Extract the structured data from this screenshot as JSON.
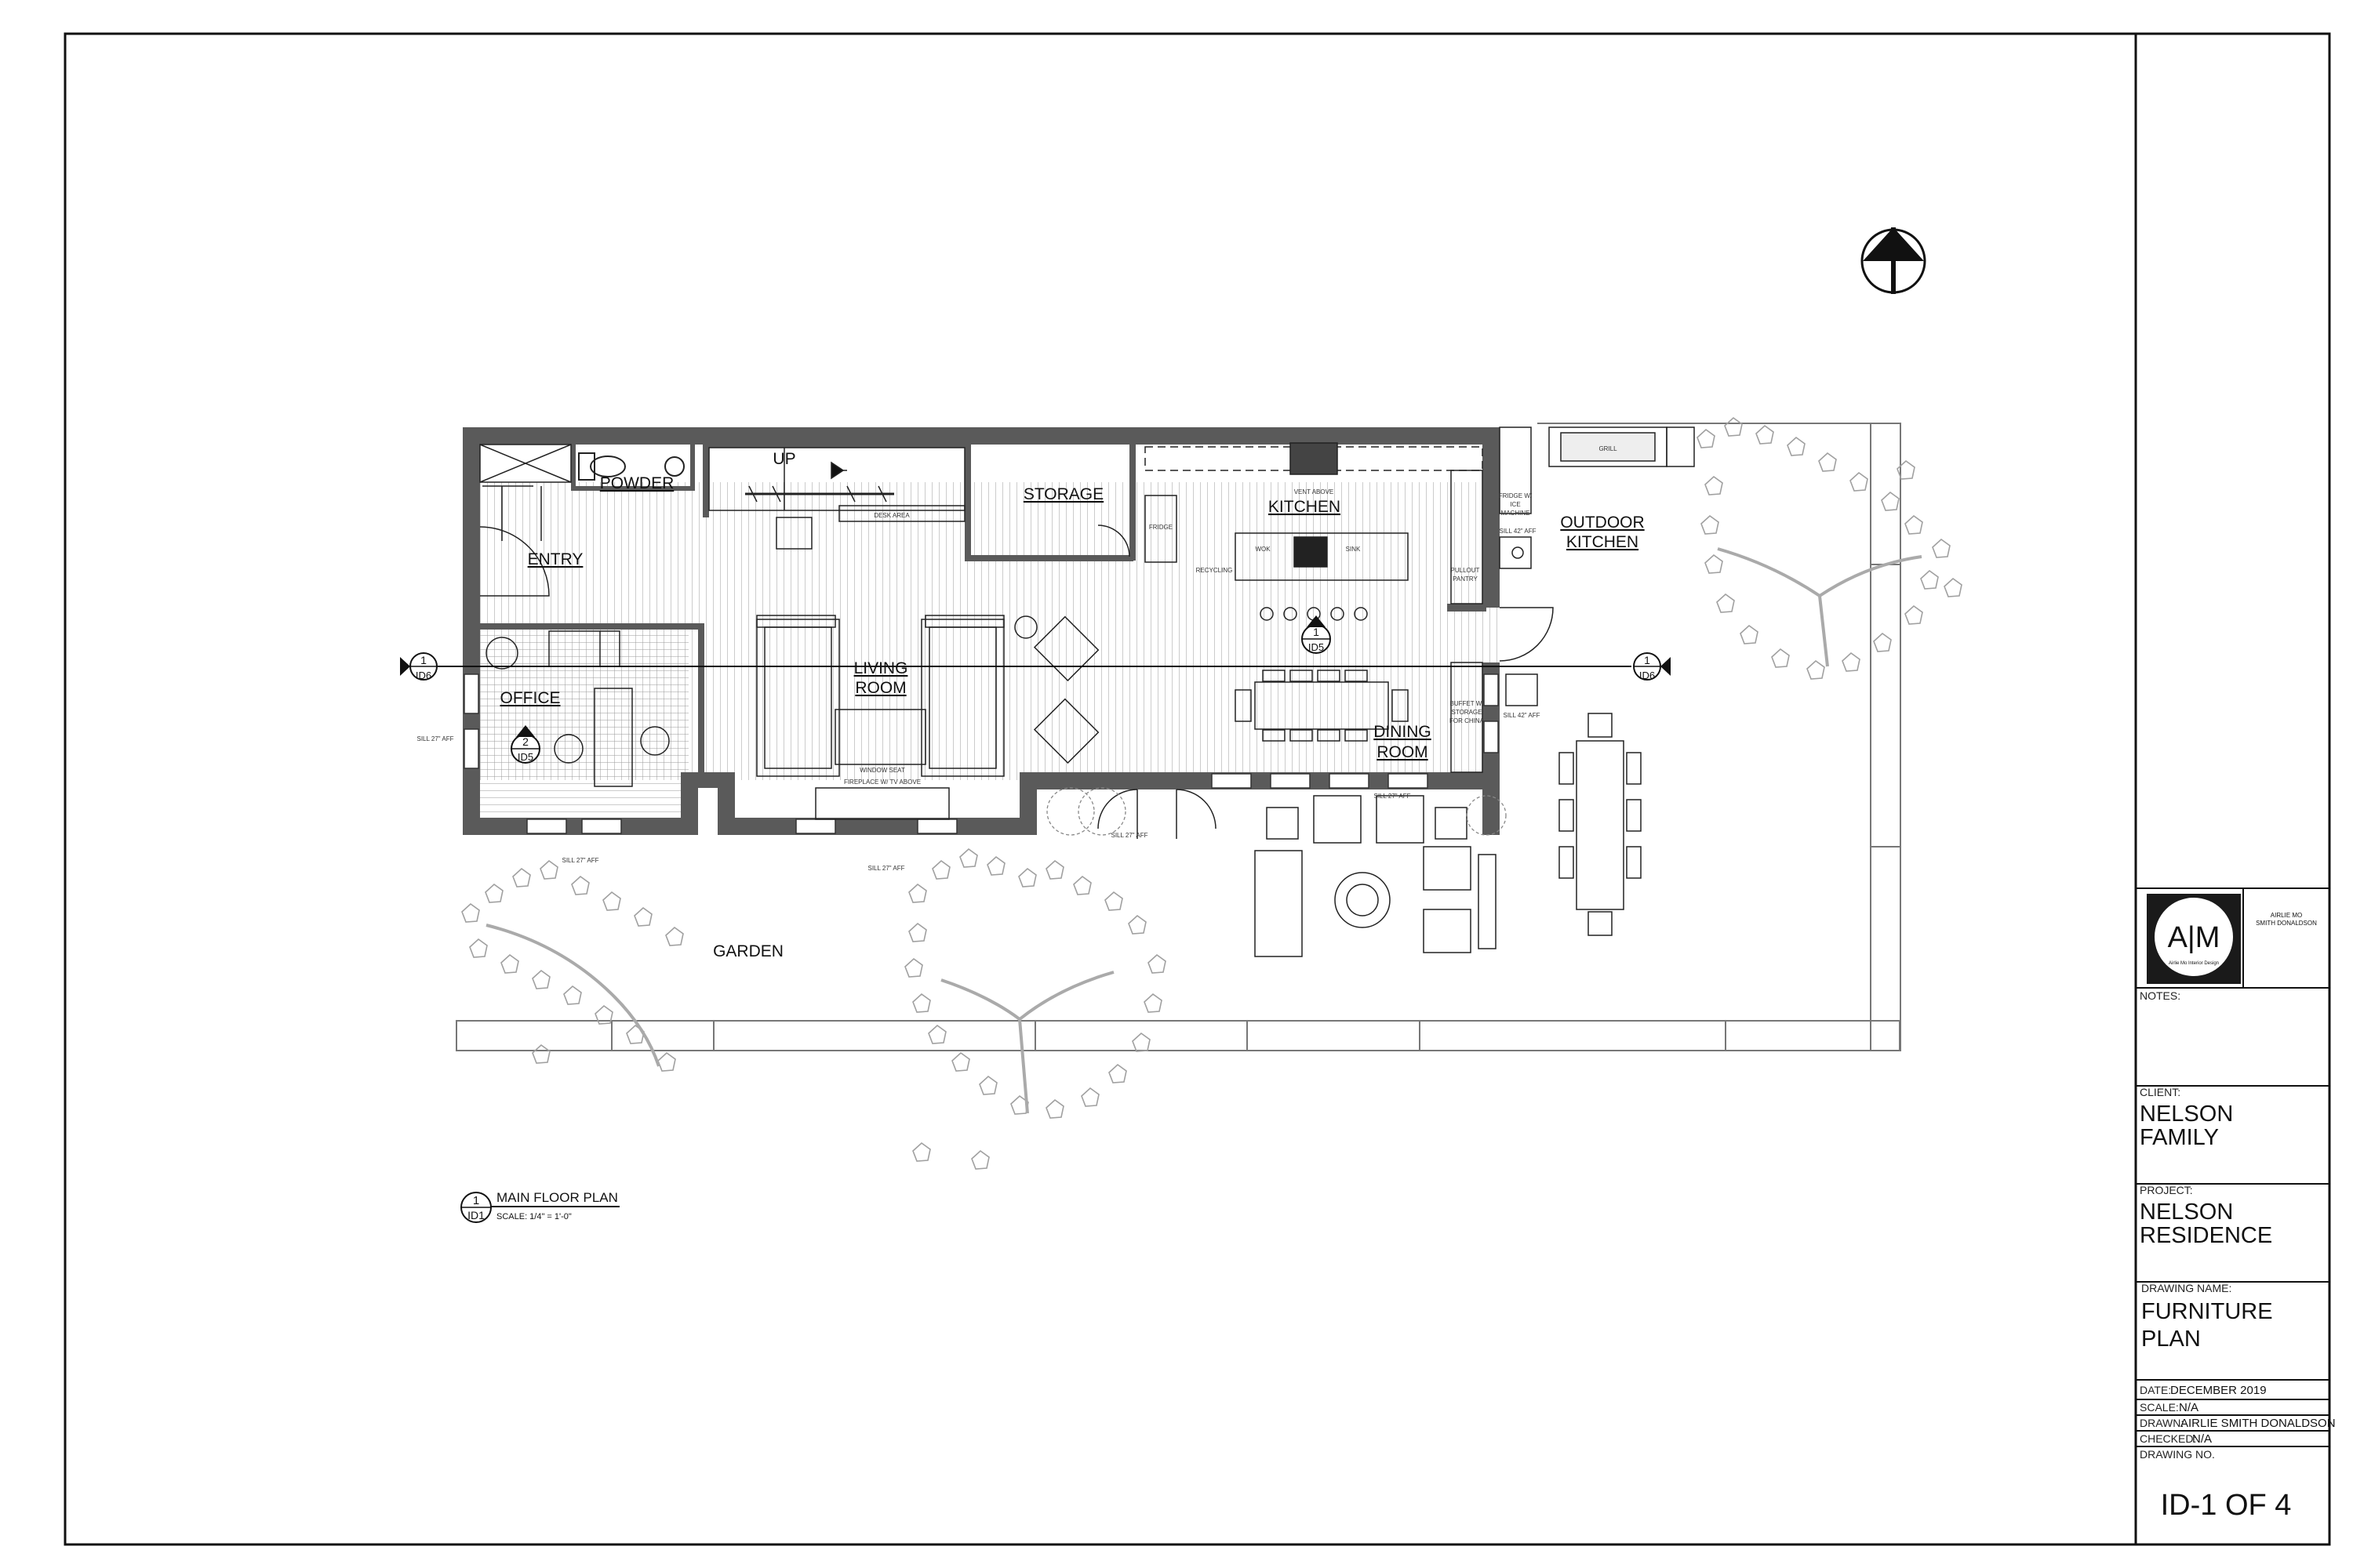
{
  "rooms": {
    "entry": "ENTRY",
    "powder": "POWDER",
    "up": "UP",
    "storage": "STORAGE",
    "kitchen": "KITCHEN",
    "outdoor_kitchen_1": "OUTDOOR",
    "outdoor_kitchen_2": "KITCHEN",
    "office": "OFFICE",
    "living_1": "LIVING",
    "living_2": "ROOM",
    "dining_1": "DINING",
    "dining_2": "ROOM",
    "garden": "GARDEN"
  },
  "annotations": {
    "desk_area": "DESK AREA",
    "fridge": "FRIDGE",
    "wok": "WOK",
    "sink": "SINK",
    "recycling": "RECYCLING",
    "pullout_pantry_1": "PULLOUT",
    "pullout_pantry_2": "PANTRY",
    "fridge_ice_1": "FRIDGE W/",
    "fridge_ice_2": "ICE",
    "fridge_ice_3": "MACHINE",
    "buffet_1": "BUFFET W/",
    "buffet_2": "STORAGE",
    "buffet_3": "FOR CHINA",
    "sill_office": "SILL 27\" AFF",
    "sill_garden": "SILL 27\" AFF",
    "sill_living": "SILL 27\" AFF",
    "sill_patio": "SILL 27\" AFF",
    "sill_dining": "SILL 27\" AFF",
    "sill_outdoor_1": "SILL 42\" AFF",
    "sill_outdoor_2": "SILL 42\" AFF",
    "window_seat": "WINDOW SEAT",
    "fireplace": "FIREPLACE W/ TV ABOVE",
    "vent": "VENT ABOVE",
    "grill": "GRILL"
  },
  "markers": {
    "section_left_num": "1",
    "section_left_ref": "ID6",
    "section_right_num": "1",
    "section_right_ref": "ID6",
    "kitchen_elev_num": "1",
    "kitchen_elev_ref": "ID5",
    "office_elev_num": "2",
    "office_elev_ref": "ID5"
  },
  "plan_title": {
    "num": "1",
    "ref": "ID1",
    "title": "MAIN FLOOR PLAN",
    "scale": "SCALE: 1/4\" = 1'-0\""
  },
  "title_block": {
    "logo_initials": "A|M",
    "logo_tagline": "Airlie Mo Interior Design",
    "firm_1": "AIRLIE MO",
    "firm_2": "SMITH DONALDSON",
    "notes_label": "NOTES:",
    "client_label": "CLIENT:",
    "client_1": "NELSON",
    "client_2": "FAMILY",
    "project_label": "PROJECT:",
    "project_1": "NELSON",
    "project_2": "RESIDENCE",
    "drawing_name_label": "DRAWING NAME:",
    "drawing_name_1": "FURNITURE",
    "drawing_name_2": "PLAN",
    "date_label": "DATE:",
    "date": "DECEMBER 2019",
    "scale_label": "SCALE:",
    "scale": "N/A",
    "drawn_label": "DRAWN:",
    "drawn": "AIRLIE SMITH DONALDSON",
    "checked_label": "CHECKED:",
    "checked": "N/A",
    "drawing_no_label": "DRAWING NO.",
    "drawing_no": "ID-1 OF 4"
  },
  "colors": {
    "wall": "#5a5a5a",
    "line": "#222222",
    "tree": "#999999"
  }
}
